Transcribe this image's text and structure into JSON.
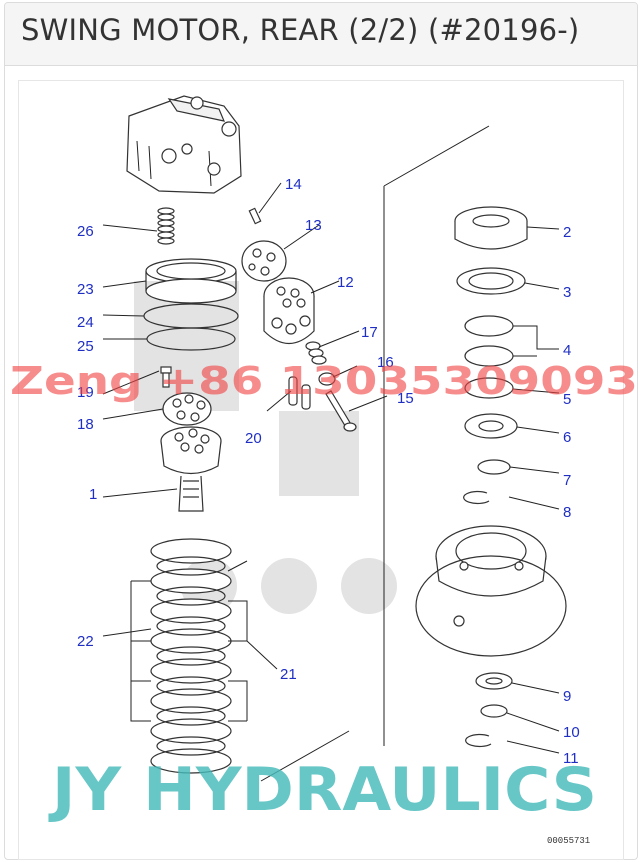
{
  "header": {
    "title": "SWING MOTOR, REAR (2/2) (#20196-)"
  },
  "diagram": {
    "callouts": {
      "c1": "1",
      "c2": "2",
      "c3": "3",
      "c4": "4",
      "c5": "5",
      "c6": "6",
      "c7": "7",
      "c8": "8",
      "c9": "9",
      "c10": "10",
      "c11": "11",
      "c12": "12",
      "c13": "13",
      "c14": "14",
      "c15": "15",
      "c16": "16",
      "c17": "17",
      "c18": "18",
      "c19": "19",
      "c20": "20",
      "c21": "21",
      "c22": "22",
      "c23": "23",
      "c24": "24",
      "c25": "25",
      "c26": "26"
    },
    "drawing_code": "00055731"
  },
  "watermarks": {
    "contact": "Zeng +86 13035309093",
    "brand": "JY HYDRAULICS"
  },
  "colors": {
    "callout": "#1f2fc4",
    "watermark_red": "#f04646",
    "watermark_teal": "#46b9b9"
  }
}
